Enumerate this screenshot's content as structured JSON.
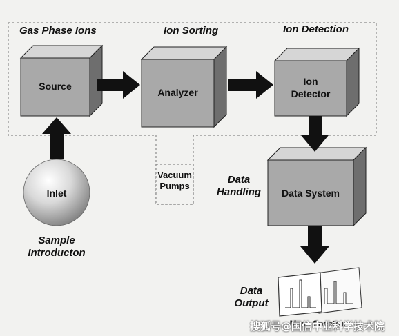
{
  "colors": {
    "background": "#f2f2f0",
    "box_front": "#a9a9a9",
    "box_top": "#d6d6d6",
    "box_side": "#6e6e6e",
    "arrow": "#111111",
    "dashed": "#8a8a8a"
  },
  "sections": {
    "gas_phase_ions": "Gas Phase Ions",
    "ion_sorting": "Ion Sorting",
    "ion_detection": "Ion Detection",
    "data_handling_1": "Data",
    "data_handling_2": "Handling",
    "sample_intro_1": "Sample",
    "sample_intro_2": "Introducton",
    "data_output_1": "Data",
    "data_output_2": "Output"
  },
  "components": {
    "source": "Source",
    "analyzer": "Analyzer",
    "ion_detector_1": "Ion",
    "ion_detector_2": "Detector",
    "data_system": "Data System",
    "inlet": "Inlet",
    "vacuum_1": "Vacuum",
    "vacuum_2": "Pumps",
    "mass_spectrum": "Mass Spectrum"
  },
  "watermark": "搜狐号@国信中业科学技术院"
}
